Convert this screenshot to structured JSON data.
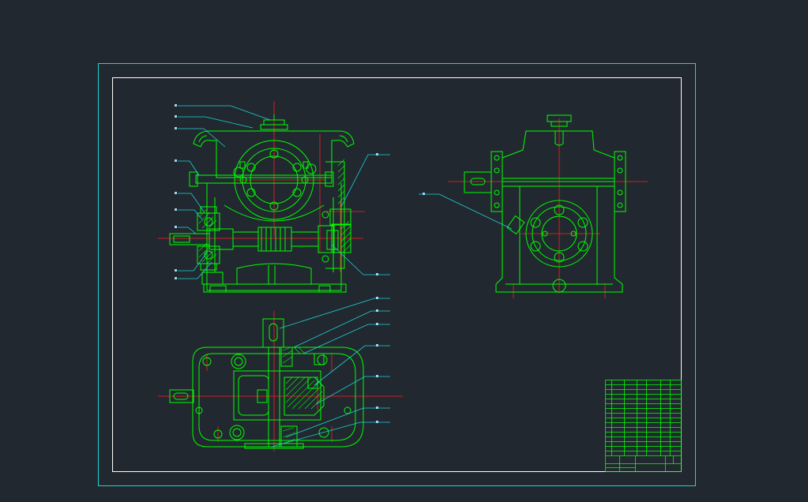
{
  "drawing": {
    "colors": {
      "background": "#212830",
      "frame": "#1fd3d3",
      "border": "#ffffff",
      "geometry": "#00ff00",
      "centerline": "#ff2020",
      "leader": "#1fd3d3",
      "marker": "#9fd8ff"
    },
    "views": [
      "front-section-view",
      "side-view",
      "top-section-view"
    ],
    "title_block": {
      "rows": 14,
      "columns": 6
    }
  }
}
